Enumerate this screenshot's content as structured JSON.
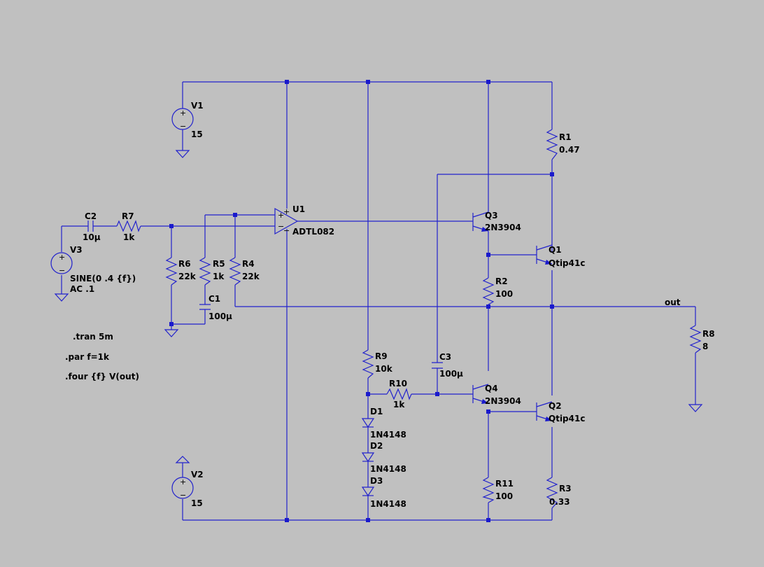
{
  "colors": {
    "background": "#c0c0c0",
    "wire": "#2222cc",
    "text": "#000000"
  },
  "components": {
    "V1": {
      "name": "V1",
      "value": "15"
    },
    "V2": {
      "name": "V2",
      "value": "15"
    },
    "V3": {
      "name": "V3",
      "value": "SINE(0 .4 {f})",
      "value2": "AC .1"
    },
    "C2": {
      "name": "C2",
      "value": "10µ"
    },
    "R7": {
      "name": "R7",
      "value": "1k"
    },
    "R6": {
      "name": "R6",
      "value": "22k"
    },
    "R5": {
      "name": "R5",
      "value": "1k"
    },
    "R4": {
      "name": "R4",
      "value": "22k"
    },
    "C1": {
      "name": "C1",
      "value": "100µ"
    },
    "U1": {
      "name": "U1",
      "value": "ADTL082"
    },
    "R1": {
      "name": "R1",
      "value": "0.47"
    },
    "Q3": {
      "name": "Q3",
      "value": "2N3904"
    },
    "Q1": {
      "name": "Q1",
      "value": "Qtip41c"
    },
    "R2": {
      "name": "R2",
      "value": "100"
    },
    "R8": {
      "name": "R8",
      "value": "8"
    },
    "R9": {
      "name": "R9",
      "value": "10k"
    },
    "C3": {
      "name": "C3",
      "value": "100µ"
    },
    "R10": {
      "name": "R10",
      "value": "1k"
    },
    "Q4": {
      "name": "Q4",
      "value": "2N3904"
    },
    "Q2": {
      "name": "Q2",
      "value": "Qtip41c"
    },
    "D1": {
      "name": "D1",
      "value": "1N4148"
    },
    "D2": {
      "name": "D2",
      "value": "1N4148"
    },
    "D3": {
      "name": "D3",
      "value": "1N4148"
    },
    "R11": {
      "name": "R11",
      "value": "100"
    },
    "R3": {
      "name": "R3",
      "value": "0.33"
    }
  },
  "net_labels": {
    "out": "out"
  },
  "directives": [
    ".tran 5m",
    ".par f=1k",
    ".four {f} V(out)"
  ],
  "symbols": {
    "plus": "+",
    "minus": "−"
  }
}
